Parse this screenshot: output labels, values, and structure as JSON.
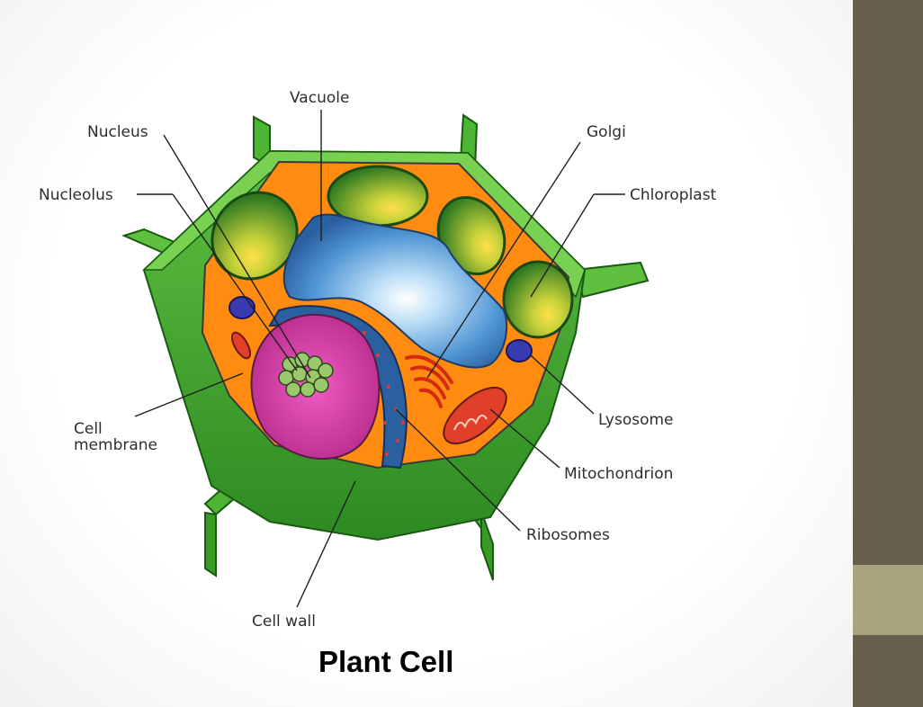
{
  "caption": "Plant Cell",
  "labels": {
    "vacuole": "Vacuole",
    "nucleus": "Nucleus",
    "nucleolus": "Nucleolus",
    "golgi": "Golgi",
    "chloroplast": "Chloroplast",
    "cell_membrane_line1": "Cell",
    "cell_membrane_line2": "membrane",
    "lysosome": "Lysosome",
    "mitochondrion": "Mitochondrion",
    "ribosomes": "Ribosomes",
    "cell_wall": "Cell wall"
  },
  "colors": {
    "cell_wall": "#3fa532",
    "cytoplasm": "#ff8c10",
    "vacuole": "#4a8fd0",
    "nucleus": "#d63fa6",
    "chloroplast": "#5aa22c",
    "slide_accent_dark": "#675f4b",
    "slide_accent_light": "#a9a37f"
  }
}
